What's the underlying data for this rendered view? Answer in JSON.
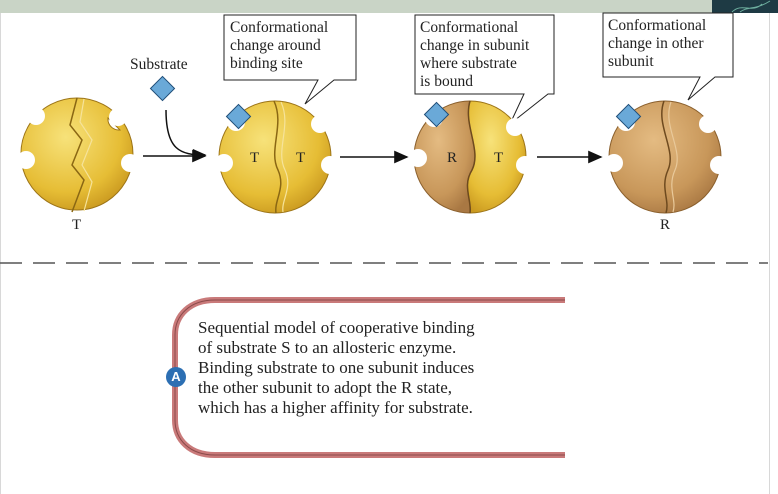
{
  "callouts": [
    {
      "lines": [
        "Conformational",
        "change around",
        "binding site"
      ]
    },
    {
      "lines": [
        "Conformational",
        "change in subunit",
        "where substrate",
        "is bound"
      ]
    },
    {
      "lines": [
        "Conformational",
        "change in other",
        "subunit"
      ]
    }
  ],
  "substrate_label": "Substrate",
  "enzyme_states": {
    "first": "T",
    "last": "R"
  },
  "subunit_labels": {
    "enzyme2_left": "T",
    "enzyme2_right": "T",
    "enzyme3_left": "R",
    "enzyme3_right": "T"
  },
  "caption": {
    "badge": "A",
    "lines": [
      "Sequential model of cooperative binding",
      "of substrate S to an allosteric enzyme.",
      "Binding substrate to one subunit induces",
      "the other subunit to adopt the R state,",
      "which has a higher affinity for substrate."
    ]
  },
  "colors": {
    "t_state": "#e9c43c",
    "r_state": "#c99a5c",
    "substrate": "#6aa9d8",
    "bracket": "#c97a7a",
    "badge": "#2c6fb3"
  }
}
